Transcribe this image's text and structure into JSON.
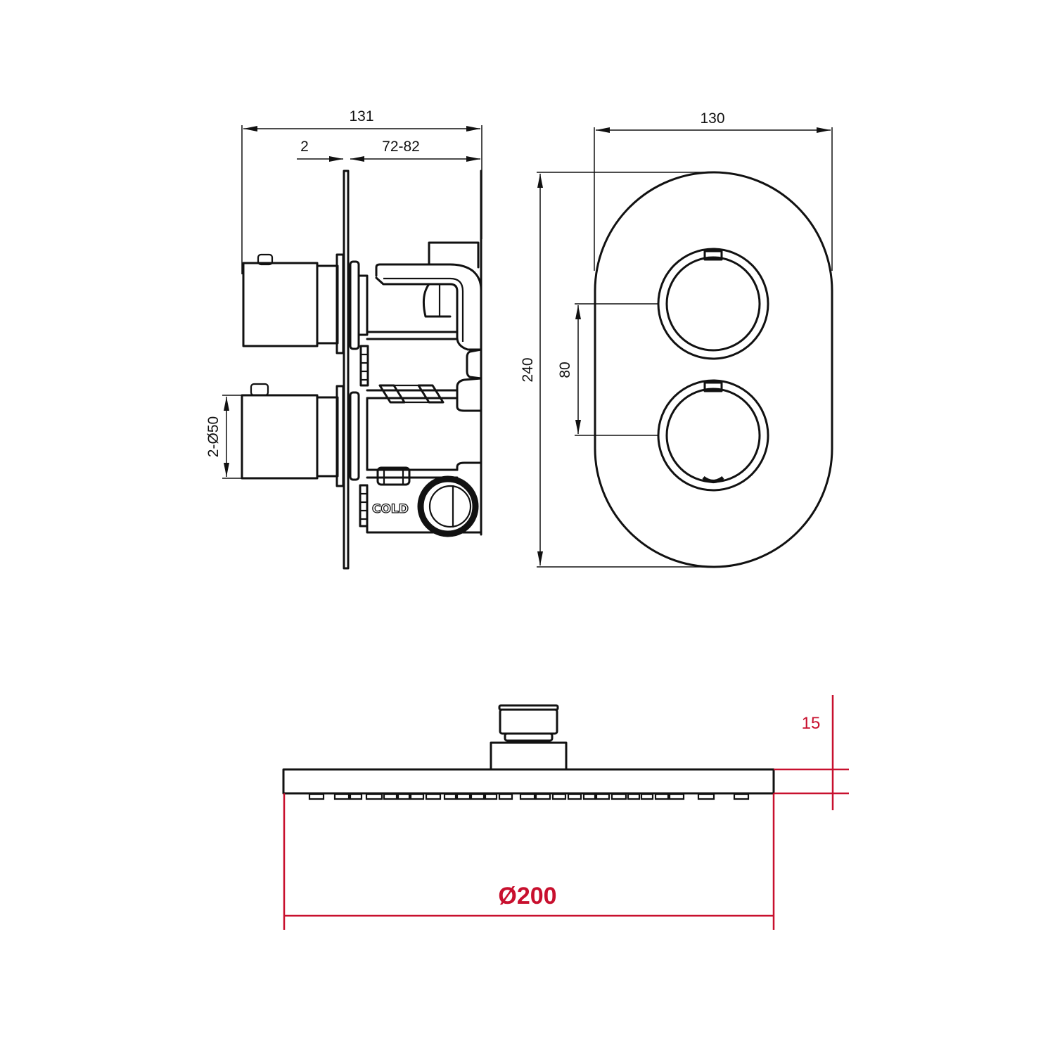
{
  "drawing": {
    "side_view": {
      "dim_overall_width": "131",
      "dim_plate_thickness": "2",
      "dim_depth_range": "72-82",
      "dim_handle_diameter": "2-Ø50",
      "inlet_label": "COLD"
    },
    "front_view": {
      "dim_width": "130",
      "dim_height": "240",
      "dim_handle_spacing": "80"
    },
    "shower_head": {
      "dim_diameter": "Ø200",
      "dim_thickness": "15"
    },
    "colors": {
      "line": "#111111",
      "dimension_red": "#c8102e",
      "background": "#ffffff"
    }
  }
}
